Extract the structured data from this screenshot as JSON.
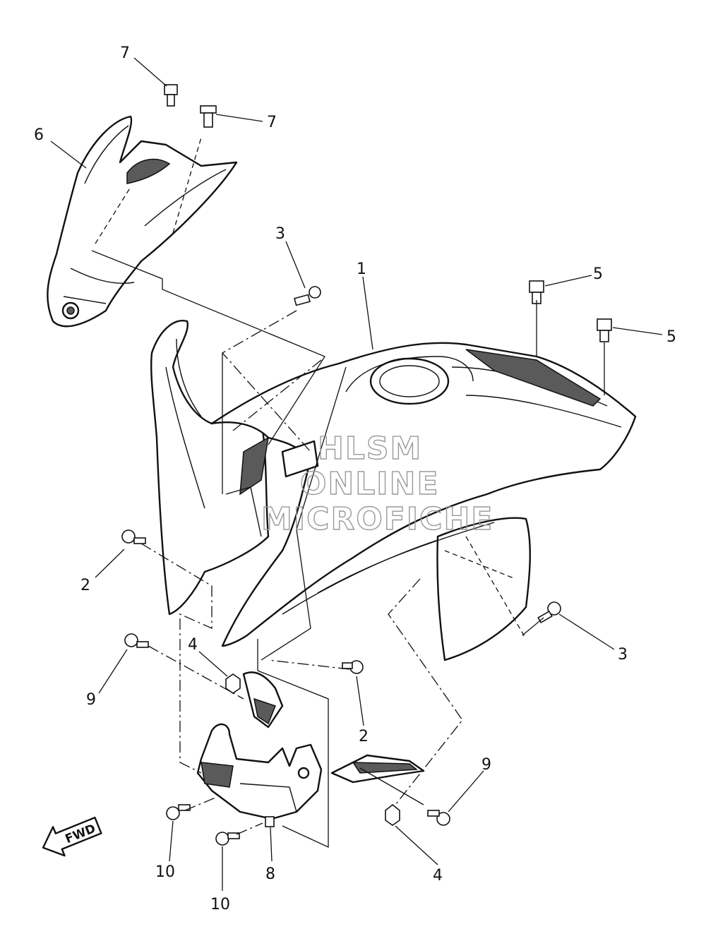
{
  "callouts": [
    {
      "id": "c-7a",
      "text": "7"
    },
    {
      "id": "c-7b",
      "text": "7"
    },
    {
      "id": "c-6",
      "text": "6"
    },
    {
      "id": "c-3a",
      "text": "3"
    },
    {
      "id": "c-1",
      "text": "1"
    },
    {
      "id": "c-5a",
      "text": "5"
    },
    {
      "id": "c-5b",
      "text": "5"
    },
    {
      "id": "c-2a",
      "text": "2"
    },
    {
      "id": "c-3b",
      "text": "3"
    },
    {
      "id": "c-4a",
      "text": "4"
    },
    {
      "id": "c-9a",
      "text": "9"
    },
    {
      "id": "c-2b",
      "text": "2"
    },
    {
      "id": "c-9b",
      "text": "9"
    },
    {
      "id": "c-10a",
      "text": "10"
    },
    {
      "id": "c-8",
      "text": "8"
    },
    {
      "id": "c-4b",
      "text": "4"
    },
    {
      "id": "c-10b",
      "text": "10"
    }
  ],
  "watermark": {
    "line1": "HLSM",
    "line2": "ONLINE",
    "line3": "MICROFICHE"
  },
  "direction_label": "FWD"
}
